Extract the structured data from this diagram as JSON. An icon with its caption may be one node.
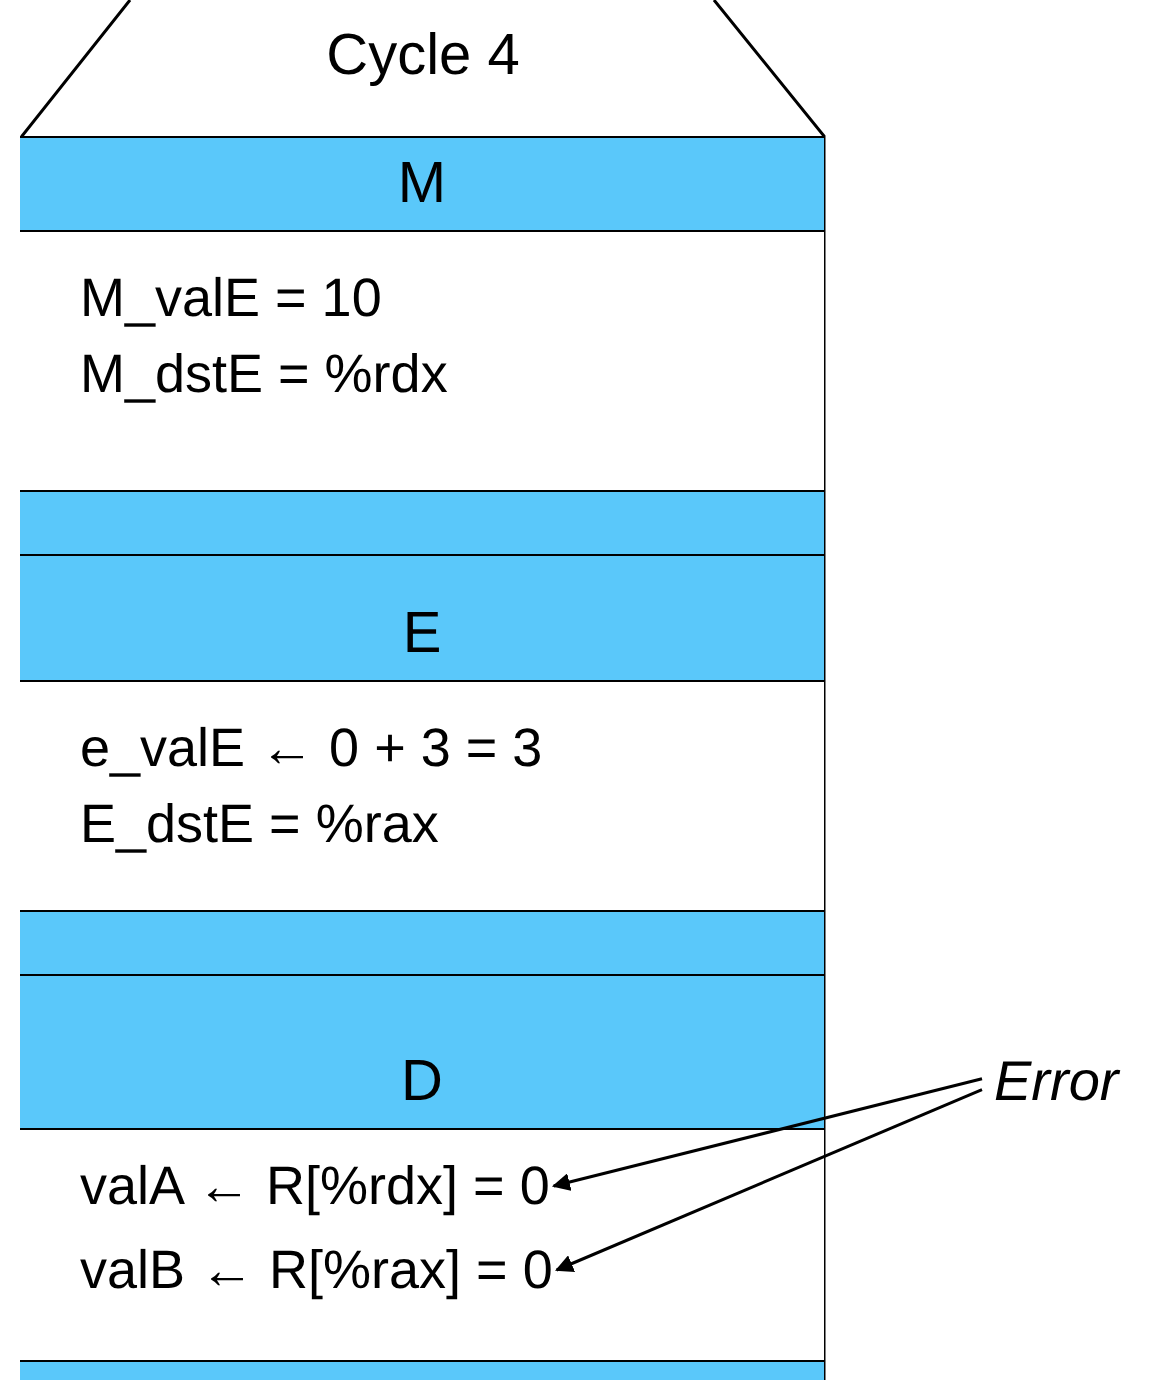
{
  "diagram": {
    "nodes": [
      {
        "text": [
          "Cycle 4"
        ]
      },
      {
        "text": [
          "M"
        ],
        "in": 0
      },
      {
        "text": [
          "M_valE = 10",
          "M_dstE = %rdx"
        ],
        "in": 0
      },
      {
        "text": [],
        "shape": "bar",
        "in": 0
      },
      {
        "text": [
          "E"
        ],
        "in": 0
      },
      {
        "text": [
          "e_valE ← 0 + 3 = 3",
          "E_dstE = %rax"
        ],
        "in": 0
      },
      {
        "text": [],
        "shape": "bar",
        "in": 0
      },
      {
        "text": [
          "D"
        ],
        "in": 0
      },
      {
        "text": [],
        "shape": "box",
        "in": 0
      },
      {
        "text": [
          "valA ← R[%rdx] = 0"
        ],
        "in": 8
      },
      {
        "text": [
          "valB ← R[%rax] = 0"
        ],
        "in": 8
      },
      {
        "text": [],
        "shape": "bar",
        "in": 0
      },
      {
        "text": [
          "Error"
        ]
      }
    ],
    "edges": [
      {
        "from": 12,
        "to": 9,
        "arrow": "to"
      },
      {
        "from": 12,
        "to": 10,
        "arrow": "to"
      }
    ]
  }
}
